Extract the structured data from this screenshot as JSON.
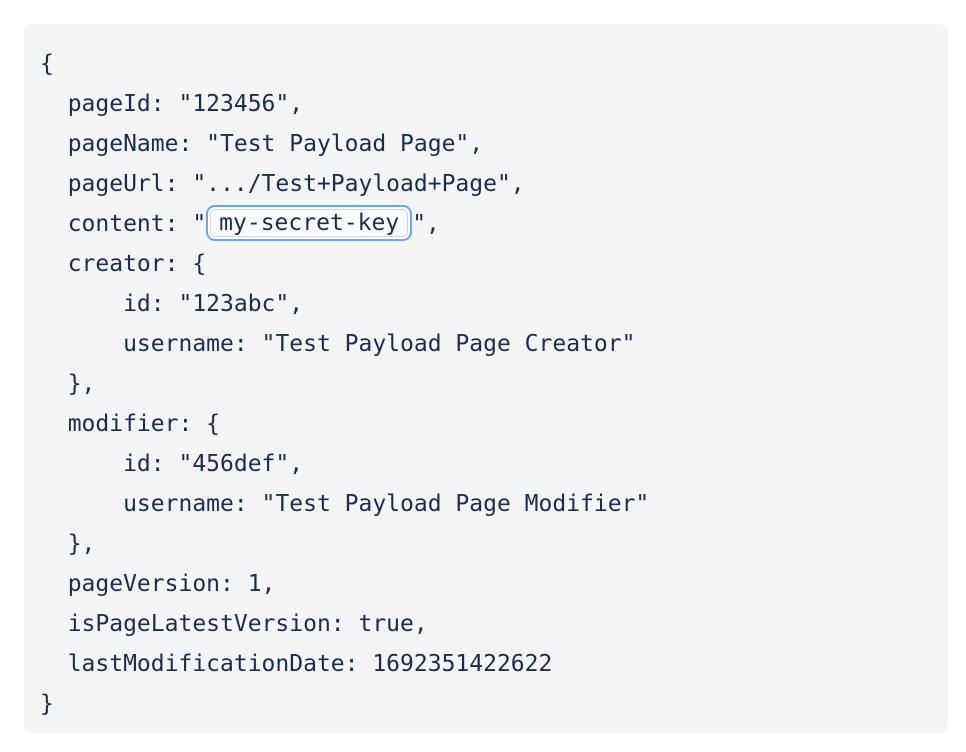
{
  "colors": {
    "page_background": "#ffffff",
    "panel_background": "#f4f5f7",
    "code_text": "#1d2b4d",
    "chip_ring": "#74a1f8",
    "chip_border": "#d2d7de",
    "chip_background": "#fafbfc",
    "chip_gap_background": "#ffffff"
  },
  "code_block": {
    "language": "json",
    "highlighted_value": "my-secret-key",
    "lines": [
      {
        "text": "{"
      },
      {
        "text": "  pageId: \"123456\","
      },
      {
        "text": "  pageName: \"Test Payload Page\","
      },
      {
        "text": "  pageUrl: \".../Test+Payload+Page\","
      },
      {
        "pre": "  content: \"",
        "chip": "my-secret-key",
        "post": "\","
      },
      {
        "text": "  creator: {"
      },
      {
        "text": "      id: \"123abc\","
      },
      {
        "text": "      username: \"Test Payload Page Creator\""
      },
      {
        "text": "  },"
      },
      {
        "text": "  modifier: {"
      },
      {
        "text": "      id: \"456def\","
      },
      {
        "text": "      username: \"Test Payload Page Modifier\""
      },
      {
        "text": "  },"
      },
      {
        "text": "  pageVersion: 1,"
      },
      {
        "text": "  isPageLatestVersion: true,"
      },
      {
        "text": "  lastModificationDate: 1692351422622"
      },
      {
        "text": "}"
      }
    ]
  }
}
